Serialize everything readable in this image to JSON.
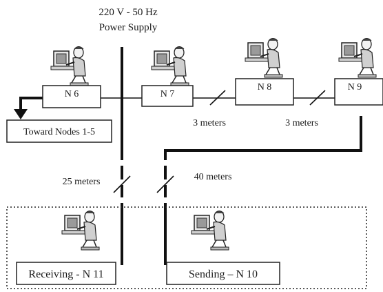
{
  "power_supply": {
    "line1": "220 V - 50 Hz",
    "line2": "Power Supply"
  },
  "nodes": {
    "n6": "N 6",
    "n7": "N 7",
    "n8": "N 8",
    "n9": "N 9",
    "toward": "Toward Nodes 1-5",
    "receiving": "Receiving - N 11",
    "sending": "Sending – N 10"
  },
  "distances": {
    "d_n7_n8": "3 meters",
    "d_n8_n9": "3 meters",
    "d_receiving": "25 meters",
    "d_sending": "40 meters"
  },
  "colors": {
    "line": "#111111",
    "box_border": "#222222"
  }
}
